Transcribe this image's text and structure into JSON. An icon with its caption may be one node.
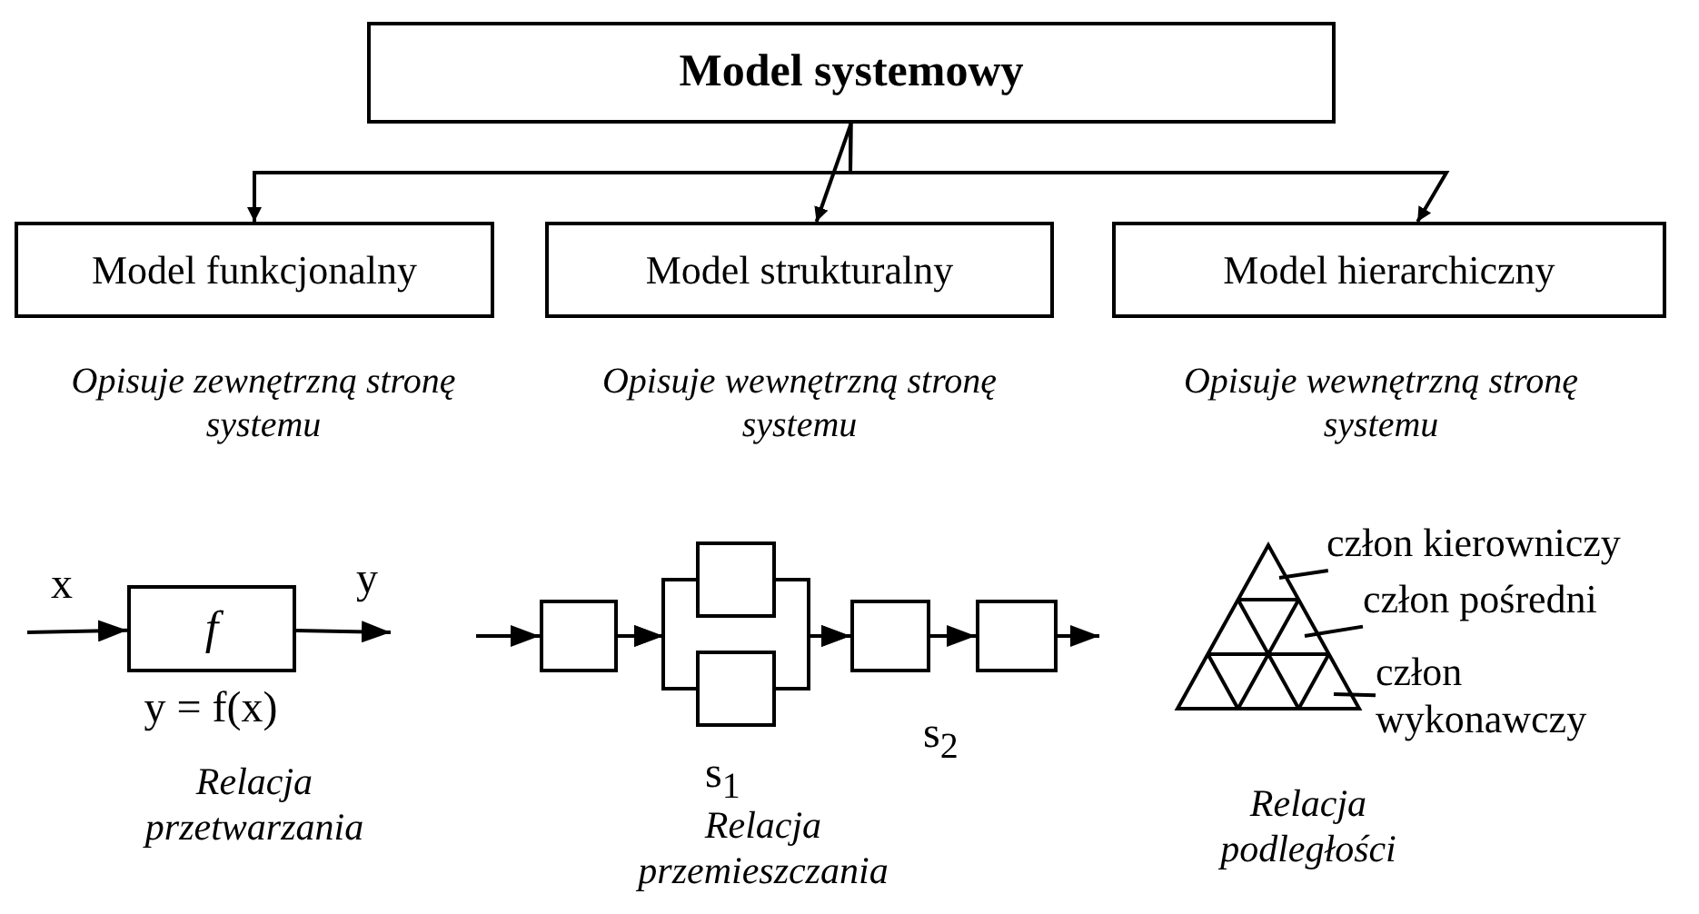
{
  "diagram": {
    "nodes": [
      {
        "text": [
          "Model systemowy"
        ]
      },
      {
        "text": [
          "Model funkcjonalny"
        ],
        "beside": [
          "Opisuje zewnętrzną stronę systemu"
        ]
      },
      {
        "text": [
          "Model strukturalny"
        ],
        "beside": [
          "Opisuje wewnętrzną stronę systemu"
        ]
      },
      {
        "text": [
          "Model hierarchiczny"
        ],
        "beside": [
          "Opisuje wewnętrzną stronę systemu"
        ]
      },
      {
        "text": [
          "f"
        ],
        "beside": [
          "y = f(x)"
        ]
      },
      {
        "text": [],
        "shape": "box"
      },
      {
        "text": [],
        "shape": "box"
      },
      {
        "text": [],
        "shape": "box"
      },
      {
        "text": [],
        "shape": "box"
      },
      {
        "text": [],
        "shape": "box"
      },
      {
        "text": [
          "człon kierowniczy"
        ]
      },
      {
        "text": [
          "człon pośredni"
        ]
      },
      {
        "text": [
          "człon wykonawczy"
        ]
      }
    ],
    "edges": [
      {
        "from": 0,
        "to": 1,
        "arrow": "to"
      },
      {
        "from": 0,
        "to": 2,
        "arrow": "to"
      },
      {
        "from": 0,
        "to": 3,
        "arrow": "to"
      },
      {
        "from": null,
        "to": 4,
        "arrow": "to",
        "label": "x"
      },
      {
        "from": 4,
        "to": null,
        "arrow": "to",
        "label": "y"
      },
      {
        "from": null,
        "to": 5,
        "arrow": "to"
      },
      {
        "from": 5,
        "to": 6,
        "arrow": "to"
      },
      {
        "from": 5,
        "to": 7,
        "arrow": "to"
      },
      {
        "from": 6,
        "to": 8,
        "arrow": "to"
      },
      {
        "from": 7,
        "to": 8,
        "arrow": "to"
      },
      {
        "from": 8,
        "to": 9,
        "arrow": "to"
      },
      {
        "from": 9,
        "to": null,
        "arrow": "to"
      },
      {
        "from": 10,
        "to": null,
        "arrow": "none"
      },
      {
        "from": 11,
        "to": null,
        "arrow": "none"
      },
      {
        "from": 12,
        "to": null,
        "arrow": "none"
      }
    ],
    "labels": [
      "Relacja przetwarzania",
      "s$_{1}$",
      "s$_{2}$",
      "Relacja przemieszczania",
      "Relacja podległości"
    ]
  }
}
